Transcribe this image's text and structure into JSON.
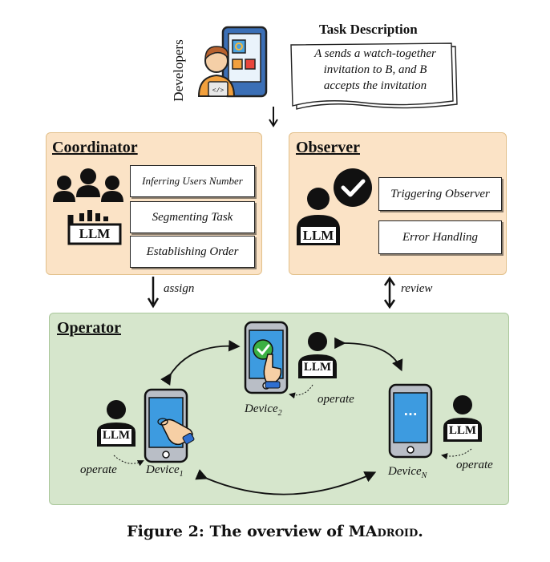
{
  "header": {
    "developers_label": "Developers",
    "task_description_title": "Task Description",
    "task_description_lines": [
      "A sends a watch-together",
      "invitation to B, and B",
      "accepts the invitation"
    ]
  },
  "coordinator": {
    "title": "Coordinator",
    "llm_label": "LLM",
    "tasks": [
      "Inferring Users Number",
      "Segmenting Task",
      "Establishing Order"
    ]
  },
  "observer": {
    "title": "Observer",
    "llm_label": "LLM",
    "tasks": [
      "Triggering Observer",
      "Error Handling"
    ]
  },
  "arrows": {
    "assign_label": "assign",
    "review_label": "review"
  },
  "operator": {
    "title": "Operator",
    "llm_label": "LLM",
    "operate_label": "operate",
    "device_prefix": "Device",
    "devices": [
      {
        "subscript": "1"
      },
      {
        "subscript": "2"
      },
      {
        "subscript": "N"
      }
    ],
    "phone_dots": "..."
  },
  "caption": {
    "prefix": "Figure 2: The overview of ",
    "name": "MAdroid",
    "suffix": "."
  },
  "colors": {
    "coordinator_fill": "#fbe3c6",
    "observer_fill": "#fbe3c6",
    "operator_fill": "#d6e6cc",
    "phone_screen": "#3d9be0",
    "check_green": "#3cb043"
  }
}
